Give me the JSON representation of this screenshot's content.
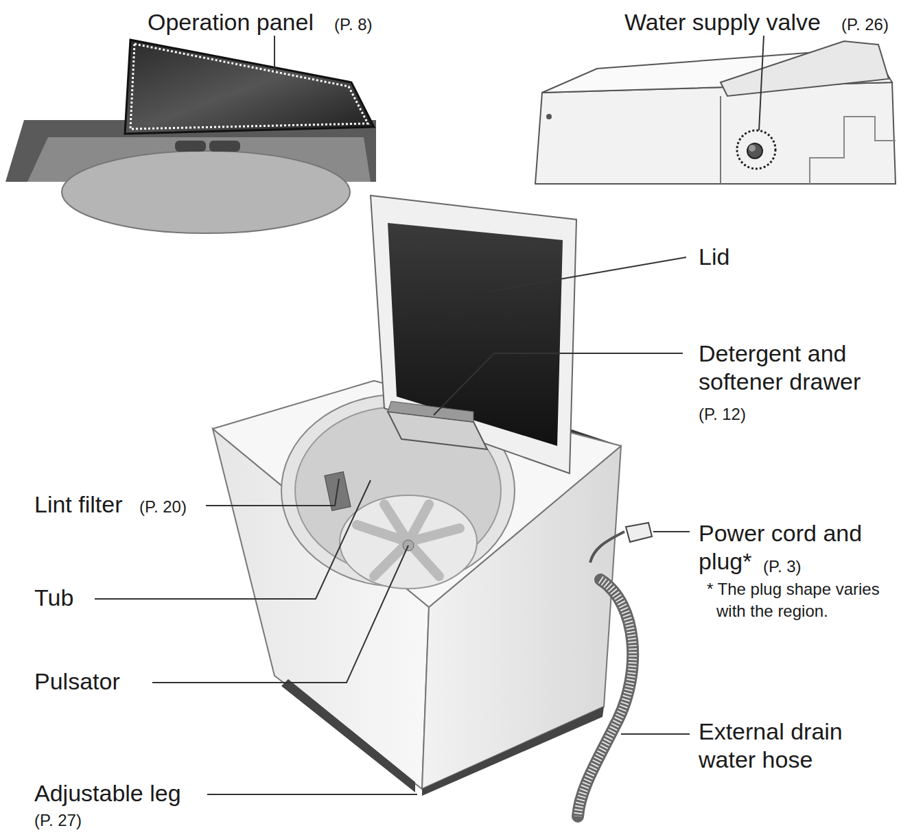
{
  "diagram": {
    "labels": [
      "Operation panel",
      "(P. 8)",
      "Water supply valve",
      "(P. 26)",
      "Lid",
      "Detergent and softener drawer",
      "(P. 12)",
      "Lint filter",
      "(P. 20)",
      "Power cord and plug*",
      "(P. 3)",
      "* The plug shape varies with the region.",
      "Tub",
      "Pulsator",
      "External drain water hose",
      "Adjustable leg",
      "(P. 27)"
    ]
  }
}
